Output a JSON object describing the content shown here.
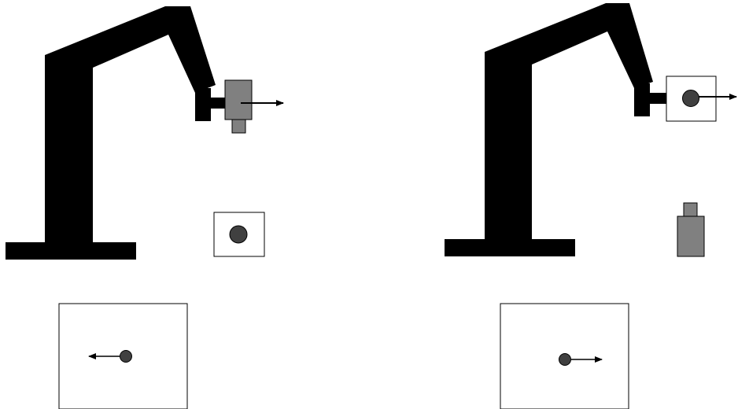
{
  "colors": {
    "robot": "#000000",
    "camera": "#808080",
    "dot": "#404040",
    "frame_stroke": "#000000",
    "background": "#ffffff"
  },
  "panels": [
    {
      "name": "left-scene",
      "mounted_item": "camera-icon",
      "mounted_item_arrow_direction": "right",
      "floor_item": "target-marker-icon",
      "view_arrow_direction": "left"
    },
    {
      "name": "right-scene",
      "mounted_item": "target-marker-icon",
      "mounted_item_arrow_direction": "right",
      "floor_item": "camera-icon",
      "view_arrow_direction": "right"
    }
  ]
}
